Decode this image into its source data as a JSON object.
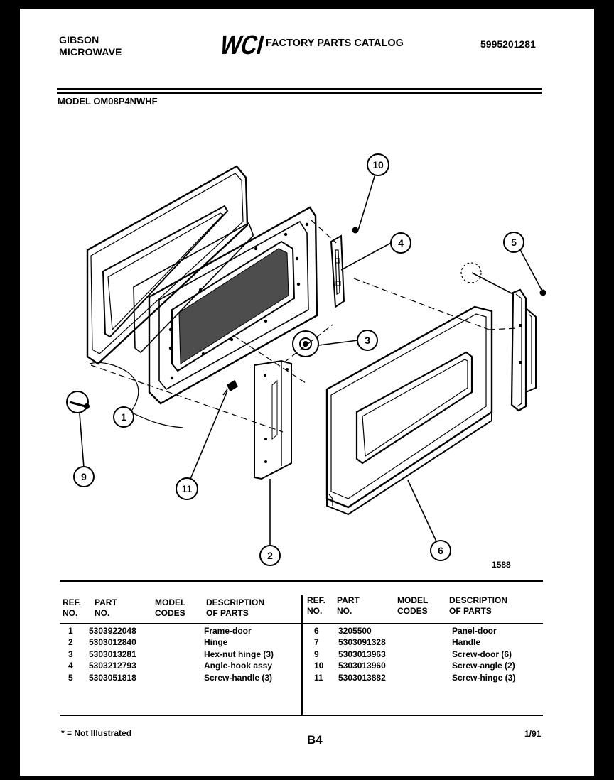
{
  "header": {
    "brand_line1": "GIBSON",
    "brand_line2": "MICROWAVE",
    "logo_text": "WCI",
    "catalog_title": "FACTORY PARTS CATALOG",
    "catalog_code": "5995201281",
    "model": "MODEL OM08P4NWHF"
  },
  "diagram": {
    "callouts": [
      "1",
      "2",
      "3",
      "4",
      "5",
      "6",
      "9",
      "10",
      "11"
    ],
    "figure_number": "1588"
  },
  "table": {
    "headers": {
      "ref1": "REF.",
      "ref2": "NO.",
      "part1": "PART",
      "part2": "NO.",
      "model1": "MODEL",
      "model2": "CODES",
      "desc1": "DESCRIPTION",
      "desc2": "OF PARTS"
    },
    "left_rows": [
      {
        "ref": "1",
        "part": "5303922048",
        "codes": "",
        "desc": "Frame-door"
      },
      {
        "ref": "2",
        "part": "5303012840",
        "codes": "",
        "desc": "Hinge"
      },
      {
        "ref": "3",
        "part": "5303013281",
        "codes": "",
        "desc": "Hex-nut hinge (3)"
      },
      {
        "ref": "4",
        "part": "5303212793",
        "codes": "",
        "desc": "Angle-hook assy"
      },
      {
        "ref": "5",
        "part": "5303051818",
        "codes": "",
        "desc": "Screw-handle (3)"
      }
    ],
    "right_rows": [
      {
        "ref": "6",
        "part": "3205500",
        "codes": "",
        "desc": "Panel-door"
      },
      {
        "ref": "7",
        "part": "5303091328",
        "codes": "",
        "desc": "Handle"
      },
      {
        "ref": "9",
        "part": "5303013963",
        "codes": "",
        "desc": "Screw-door (6)"
      },
      {
        "ref": "10",
        "part": "5303013960",
        "codes": "",
        "desc": "Screw-angle (2)"
      },
      {
        "ref": "11",
        "part": "5303013882",
        "codes": "",
        "desc": "Screw-hinge (3)"
      }
    ]
  },
  "footer": {
    "note": "* = Not Illustrated",
    "page": "B4",
    "date": "1/91"
  }
}
